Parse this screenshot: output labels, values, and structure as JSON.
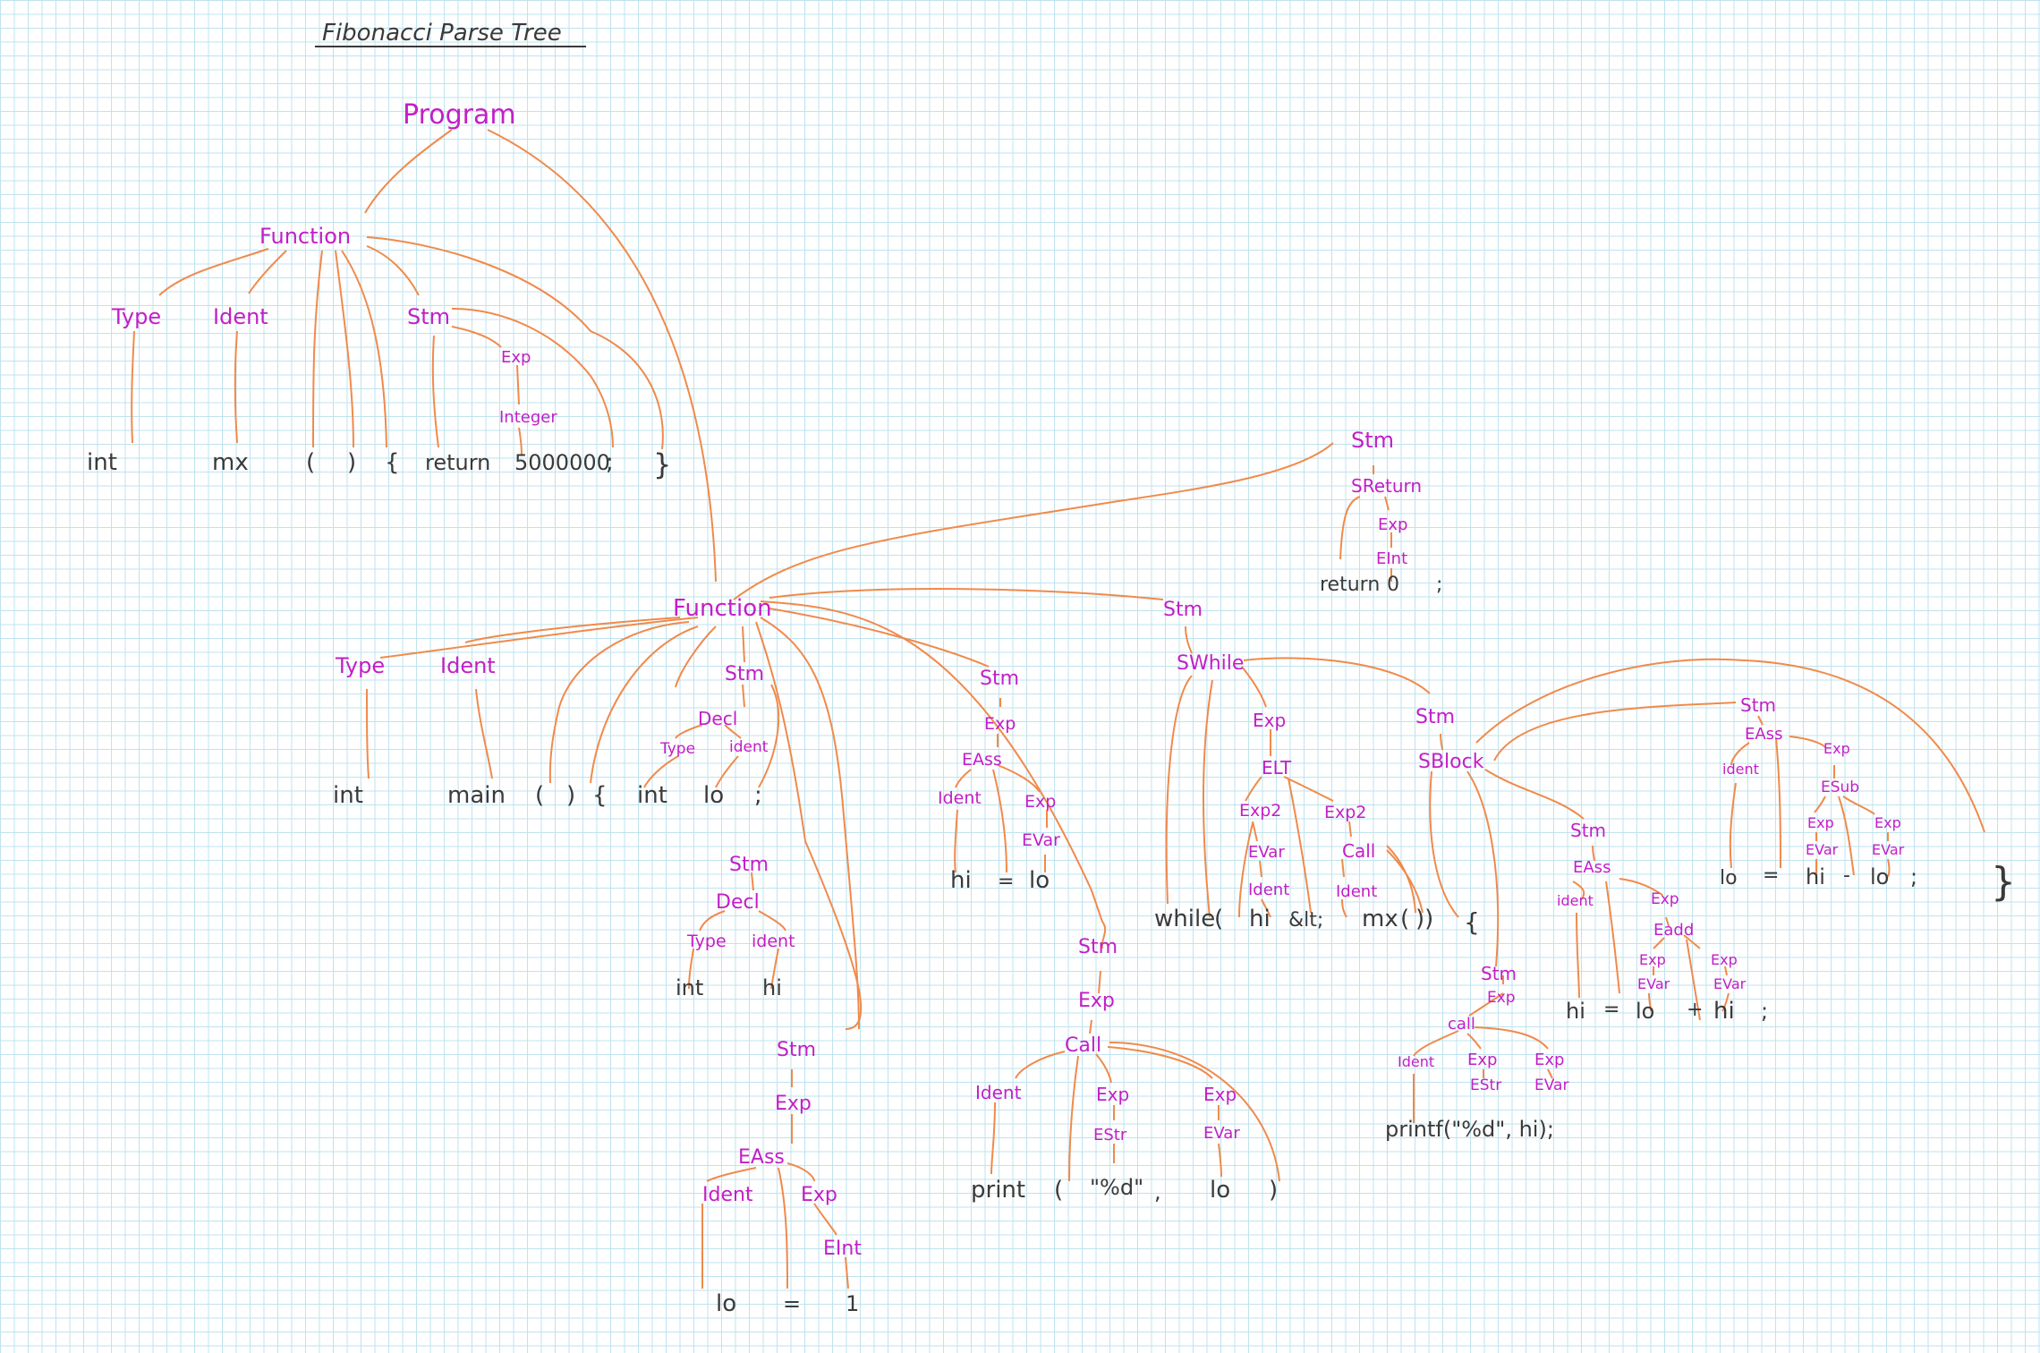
{
  "title": "Fibonacci Parse Tree",
  "nonterminals": {
    "program": "Program",
    "function": "Function",
    "type": "Type",
    "ident": "Ident",
    "stm": "Stm",
    "exp": "Exp",
    "integer": "Integer",
    "sreturn": "SReturn",
    "eint": "EInt",
    "decl": "Decl",
    "ident_lc": "ident",
    "eass": "EAss",
    "evar": "EVar",
    "call": "Call",
    "call_lc": "call",
    "estr": "EStr",
    "swhile": "SWhile",
    "elt": "ELT",
    "exp2": "Exp2",
    "sblock": "SBlock",
    "eadd": "Eadd",
    "esub": "ESub"
  },
  "terminals": {
    "int": "int",
    "mx": "mx",
    "lparen": "(",
    "rparen": ")",
    "lbrace": "{",
    "rbrace": "}",
    "return": "return",
    "value": "5000000",
    "semicolon": ";",
    "zero": "0",
    "main": "main",
    "lo": "lo",
    "hi": "hi",
    "eq": "=",
    "one": "1",
    "print": "print",
    "fmt": "\"%d\"",
    "comma": ",",
    "while": "while",
    "lt": "&lt;",
    "close_both": "))",
    "printf_line": "printf(\"%d\", hi);",
    "plus": "+",
    "minus": "-"
  },
  "colors": {
    "nonterminal": "#c21fc6",
    "terminal": "#3a3a3a",
    "edge": "#f08a4b",
    "grid": "#bfe3ef"
  }
}
